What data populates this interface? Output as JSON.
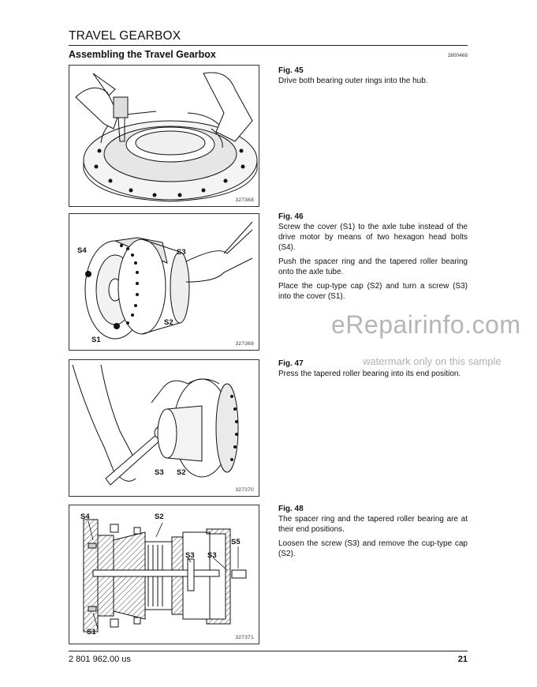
{
  "header": {
    "title": "TRAVEL GEARBOX"
  },
  "section": {
    "title": "Assembling the Travel Gearbox",
    "code": "2800468"
  },
  "figures": [
    {
      "image_number": "327368",
      "callouts": [],
      "heading": "Fig. 45",
      "paragraphs": [
        "Drive both bearing outer rings into the hub."
      ]
    },
    {
      "image_number": "327369",
      "callouts": [
        "S4",
        "S3",
        "S2",
        "S1"
      ],
      "heading": "Fig. 46",
      "paragraphs": [
        "Screw the cover (S1) to the axle tube instead of the drive motor by means of two hexagon head bolts (S4).",
        "Push the spacer ring and the tapered roller bearing onto the axle tube.",
        "Place the cup-type cap (S2) and turn a screw (S3) into the cover (S1)."
      ]
    },
    {
      "image_number": "327370",
      "callouts": [
        "S3",
        "S2"
      ],
      "heading": "Fig. 47",
      "paragraphs": [
        "Press the tapered roller bearing into its end position."
      ]
    },
    {
      "image_number": "327371",
      "callouts": [
        "S4",
        "S2",
        "S5",
        "S3",
        "S3",
        "S1"
      ],
      "heading": "Fig. 48",
      "paragraphs": [
        "The spacer ring and the tapered roller bearing are at their end positions.",
        "Loosen the screw (S3) and remove the cup-type cap (S2)."
      ]
    }
  ],
  "footer": {
    "doc_number": "2 801 962.00 us",
    "page_number": "21"
  },
  "watermark": {
    "main": "eRepairinfo.com",
    "sub": "watermark only on this sample"
  }
}
